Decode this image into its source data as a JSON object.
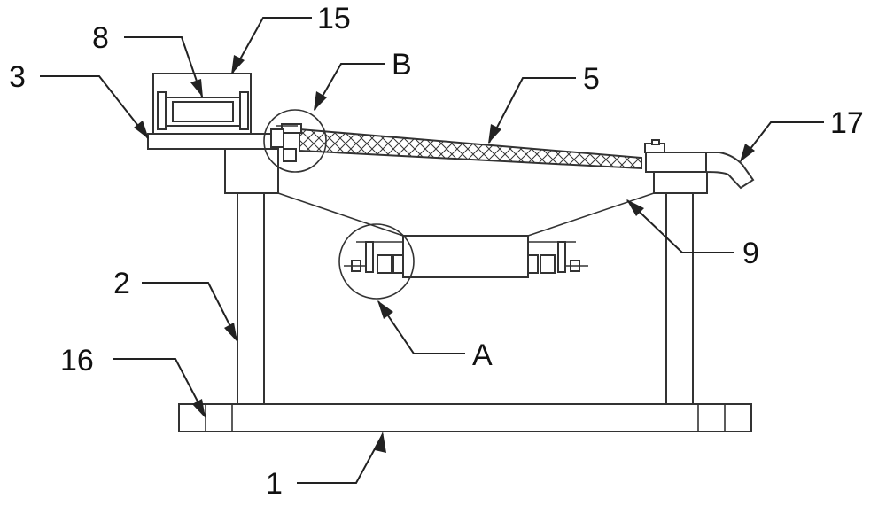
{
  "labels": {
    "l1": "1",
    "l2": "2",
    "l3": "3",
    "l5": "5",
    "l8": "8",
    "l9": "9",
    "l15": "15",
    "l16": "16",
    "l17": "17",
    "lA": "A",
    "lB": "B"
  },
  "colors": {
    "line": "#333333",
    "background": "#ffffff",
    "label": "#111111"
  }
}
